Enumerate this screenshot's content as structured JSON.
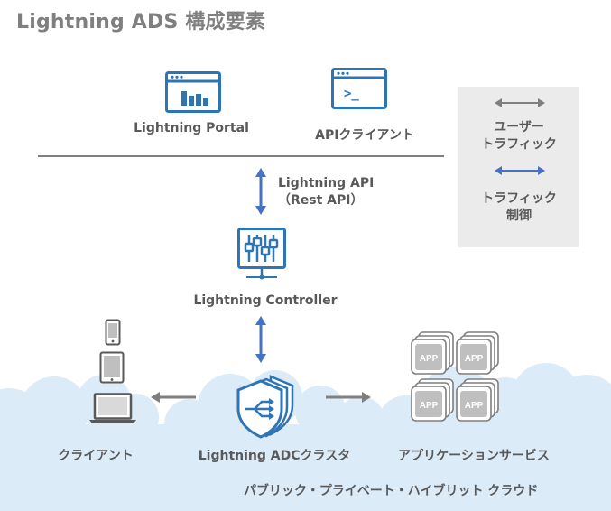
{
  "title": "Lightning ADS 構成要素",
  "nodes": {
    "portal": "Lightning Portal",
    "api_client": "APIクライアント",
    "api": {
      "line1": "Lightning API",
      "line2": "（Rest API）"
    },
    "controller": "Lightning Controller",
    "adc_cluster": "Lightning ADCクラスタ",
    "client": "クライアント",
    "app_services": "アプリケーションサービス",
    "cloud": "パブリック・プライベート・ハイブリット クラウド",
    "app_tile": "APP",
    "terminal_prompt": ">_"
  },
  "legend": {
    "user_traffic": {
      "line1": "ユーザー",
      "line2": "トラフィック"
    },
    "traffic_control": {
      "line1": "トラフィック",
      "line2": "制御"
    }
  },
  "colors": {
    "accent_blue": "#2e75b6",
    "control_arrow": "#4472c4",
    "user_arrow": "#7f7f7f",
    "cloud": "#ddebf7",
    "legend_bg": "#ebebeb",
    "text_gray": "#595959"
  },
  "icons": [
    "portal-icon",
    "terminal-icon",
    "controller-sliders-icon",
    "adc-shield-icon",
    "phone-icon",
    "tablet-icon",
    "laptop-icon",
    "app-grid-icon"
  ]
}
